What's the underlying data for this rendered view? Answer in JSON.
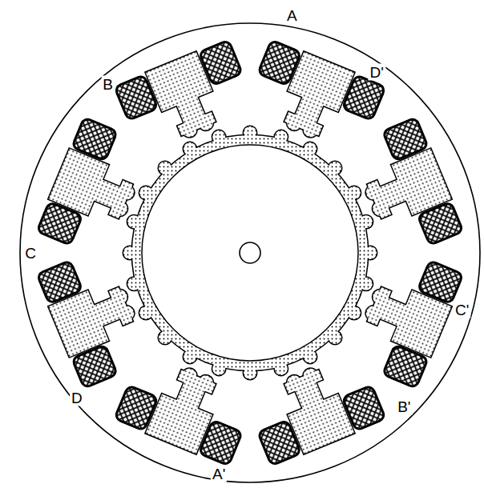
{
  "diagram": {
    "labels": [
      "A",
      "B",
      "C",
      "D",
      "D'",
      "C'",
      "B'",
      "A'"
    ]
  }
}
